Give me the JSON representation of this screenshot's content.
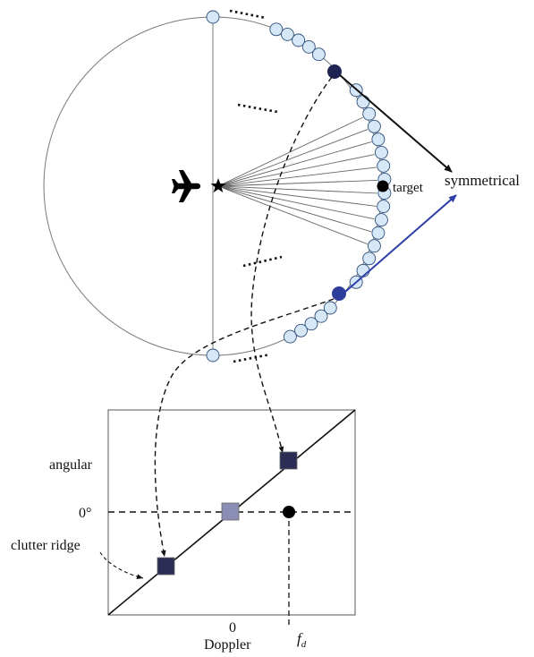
{
  "colors": {
    "circle_stroke": "#7a7a7a",
    "element_fill": "#d6e8f8",
    "element_stroke": "#2f4f7a",
    "highlight_dark": "#1e2452",
    "highlight_blue": "#2f3e9c",
    "arrow_black": "#111111",
    "arrow_blue": "#2e3fa8",
    "mapped_square_dark": "#2c2d55",
    "mapped_square_grey": "#8a8db4",
    "target_dot": "#000000"
  },
  "icons": {
    "aircraft": "airplane-icon",
    "radar_source": "star-icon"
  },
  "labels": {
    "target": "target",
    "symmetrical": "symmetrical",
    "angular": "angular",
    "zero_deg": "0°",
    "clutter_ridge": "clutter ridge",
    "zero": "0",
    "doppler": "Doppler",
    "fd_main": "f",
    "fd_sub": "d"
  }
}
